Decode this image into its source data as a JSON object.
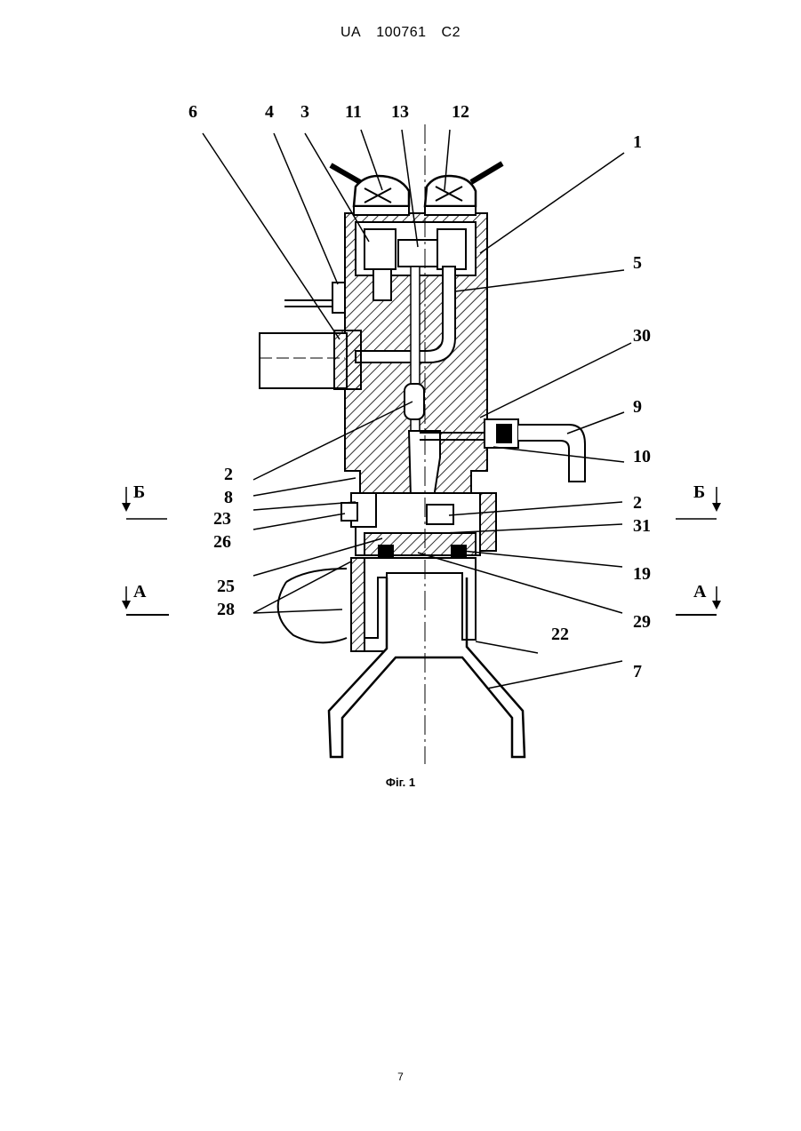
{
  "header": {
    "country": "UA",
    "number": "100761",
    "kind": "C2"
  },
  "figure": {
    "caption": "Фіг. 1",
    "labels": {
      "l1": "1",
      "l2a": "2",
      "l2b": "2",
      "l3": "3",
      "l4": "4",
      "l5": "5",
      "l6": "6",
      "l7": "7",
      "l8": "8",
      "l9": "9",
      "l10": "10",
      "l11": "11",
      "l12": "12",
      "l13": "13",
      "l19": "19",
      "l22": "22",
      "l23": "23",
      "l25": "25",
      "l26": "26",
      "l28": "28",
      "l29": "29",
      "l30": "30",
      "l31": "31"
    },
    "section_marks": {
      "b_left": "Б",
      "b_right": "Б",
      "a_left": "А",
      "a_right": "А"
    }
  },
  "page_number": "7"
}
